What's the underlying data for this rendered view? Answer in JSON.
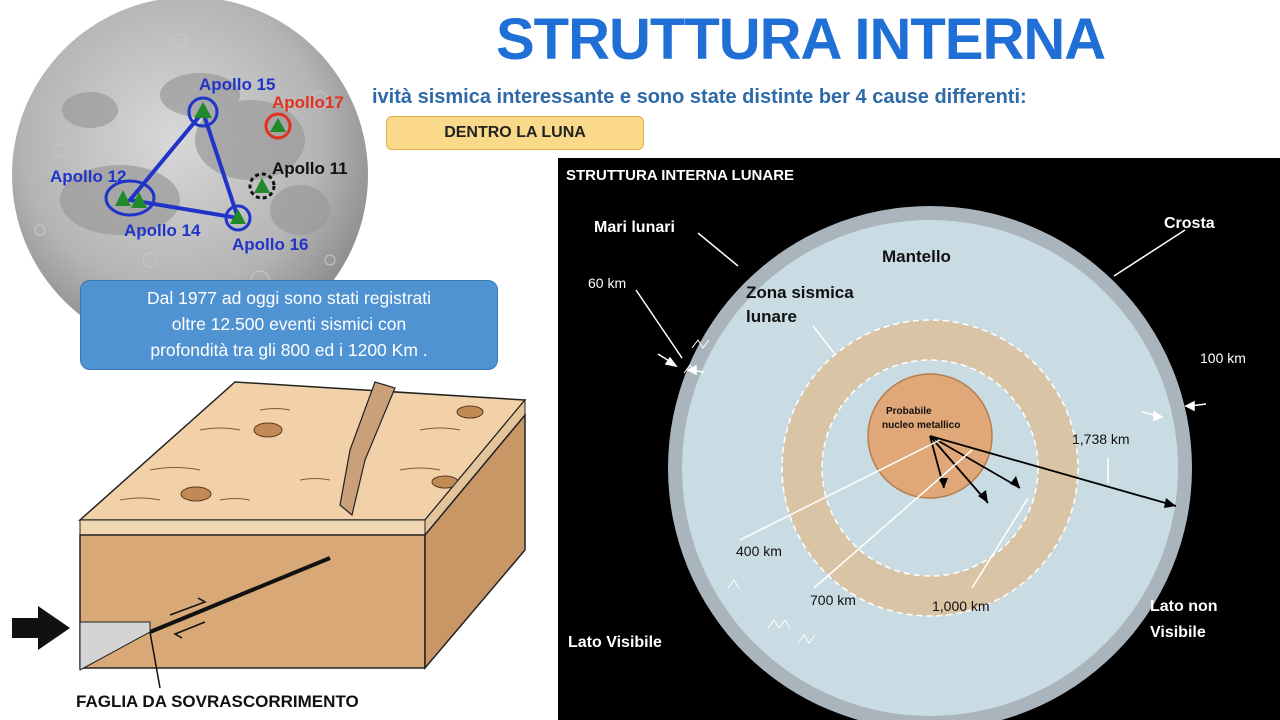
{
  "header": {
    "title": "STRUTTURA INTERNA",
    "subtitle": "ività sismica interessante e sono state distinte ber 4 cause differenti:",
    "tag": "DENTRO LA LUNA"
  },
  "moon_map": {
    "stations": [
      "Apollo 15",
      "Apollo17",
      "Apollo 11",
      "Apollo 12",
      "Apollo 14",
      "Apollo 16"
    ],
    "colors": {
      "network": "#2035c8",
      "apollo17": "#e0321f",
      "apollo11": "#111111",
      "station_marker": "#1f8a2a"
    }
  },
  "info_box": {
    "lines": [
      "Dal 1977 ad oggi sono stati registrati",
      "oltre 12.500 eventi sismici con",
      "profondità tra gli 800 ed i 1200 Km ."
    ]
  },
  "fault_diagram": {
    "caption": "FAGLIA DA SOVRASCORRIMENTO",
    "arrow_icon": "push-arrow-icon"
  },
  "structure": {
    "panel_title": "STRUTTURA INTERNA LUNARE",
    "labels": {
      "maria": "Mari lunari",
      "crust": "Crosta",
      "mantle": "Mantello",
      "seismic_zone_line1": "Zona sismica",
      "seismic_zone_line2": "lunare",
      "core_line1": "Probabile",
      "core_line2": "nucleo metallico",
      "depth_60": "60 km",
      "depth_100": "100 km",
      "radius": "1,738 km",
      "depth_400": "400 km",
      "depth_700": "700 km",
      "depth_1000": "1,000 km",
      "visible_side": "Lato Visibile",
      "far_side_line1": "Lato non",
      "far_side_line2": "Visibile"
    },
    "colors": {
      "background": "#000000",
      "crust": "#a9b4bd",
      "mantle": "#c9dbe3",
      "seismic_zone": "#d9c4a5",
      "core": "#e0a878"
    }
  }
}
